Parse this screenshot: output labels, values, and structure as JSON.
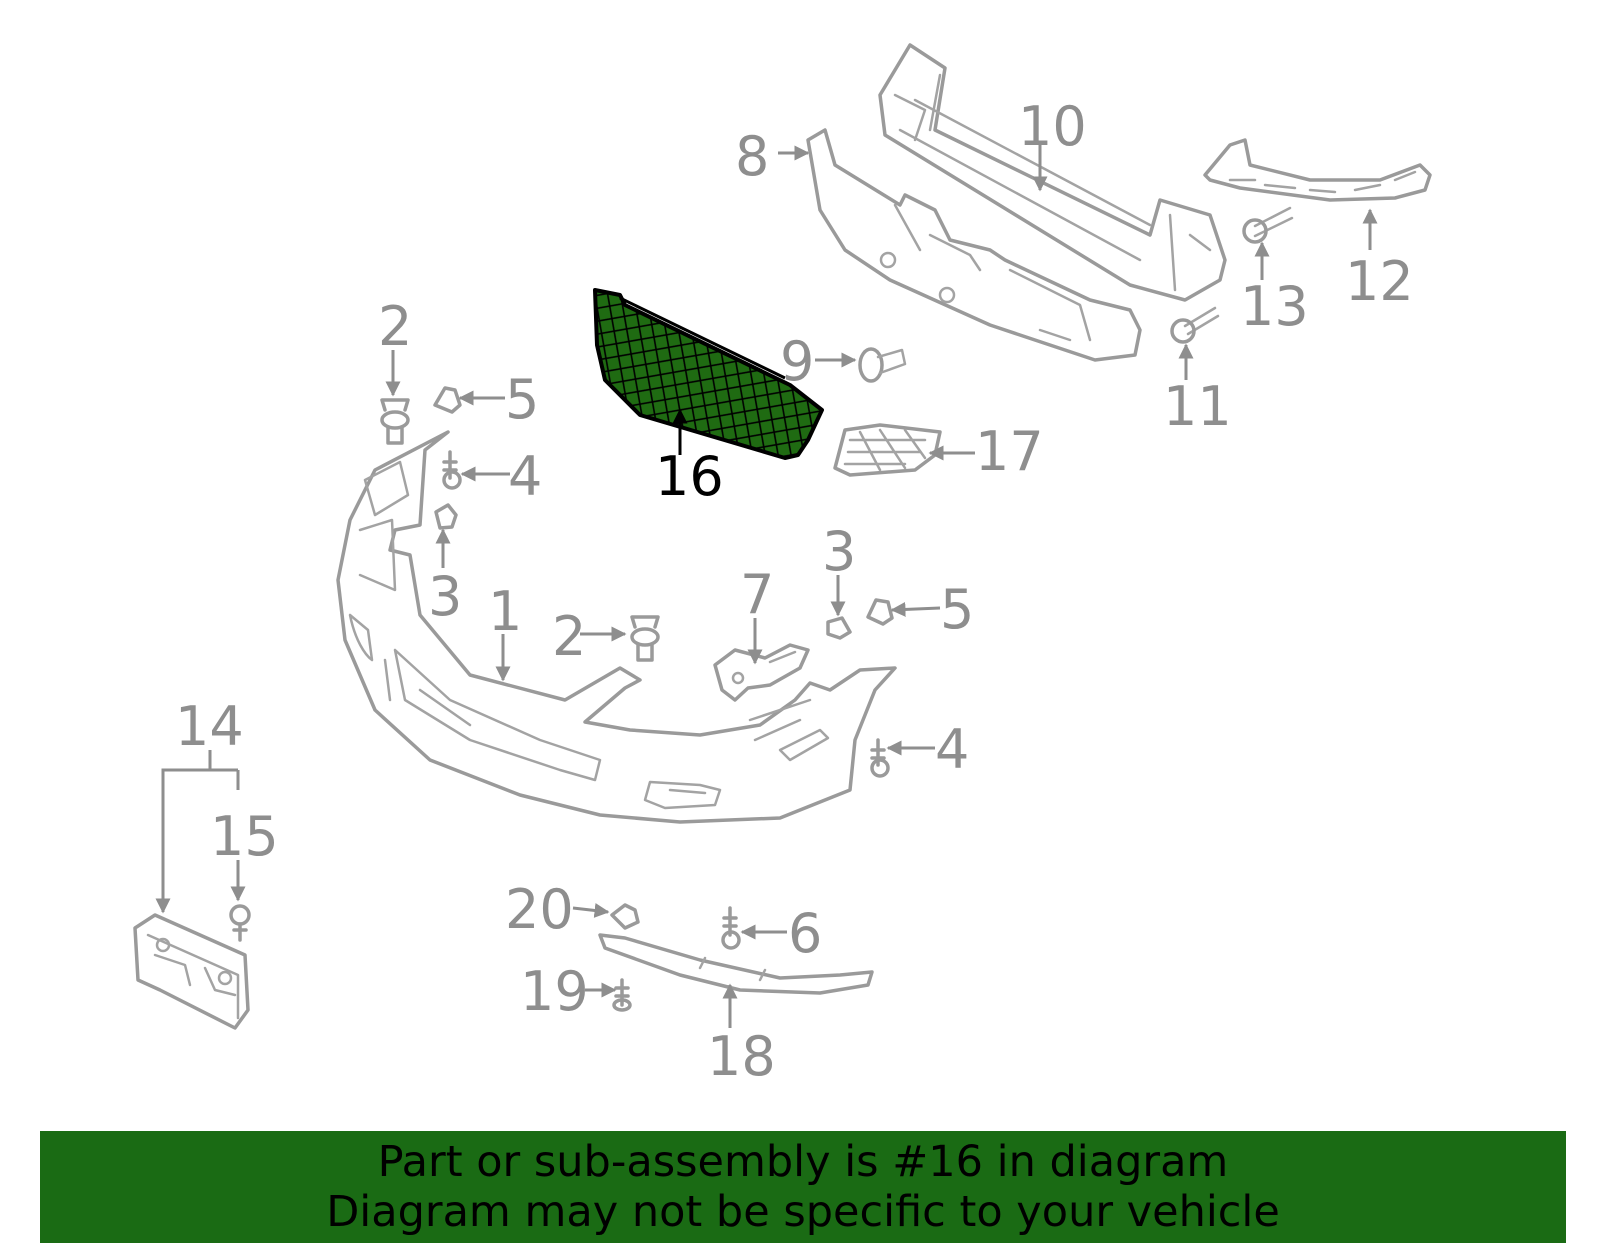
{
  "banner": {
    "line1": "Part or sub-assembly is #16 in diagram",
    "line2": "Diagram may not be specific to your vehicle",
    "background": "#1a6b14"
  },
  "highlight": {
    "part_number": "16",
    "fill_color": "#1f6b12",
    "stroke_color": "#000000"
  },
  "callouts": {
    "c1": "1",
    "c2a": "2",
    "c2b": "2",
    "c3a": "3",
    "c3b": "3",
    "c4a": "4",
    "c4b": "4",
    "c5a": "5",
    "c5b": "5",
    "c6": "6",
    "c7": "7",
    "c8": "8",
    "c9": "9",
    "c10": "10",
    "c11": "11",
    "c12": "12",
    "c13": "13",
    "c14": "14",
    "c15": "15",
    "c16": "16",
    "c17": "17",
    "c18": "18",
    "c19": "19",
    "c20": "20"
  }
}
